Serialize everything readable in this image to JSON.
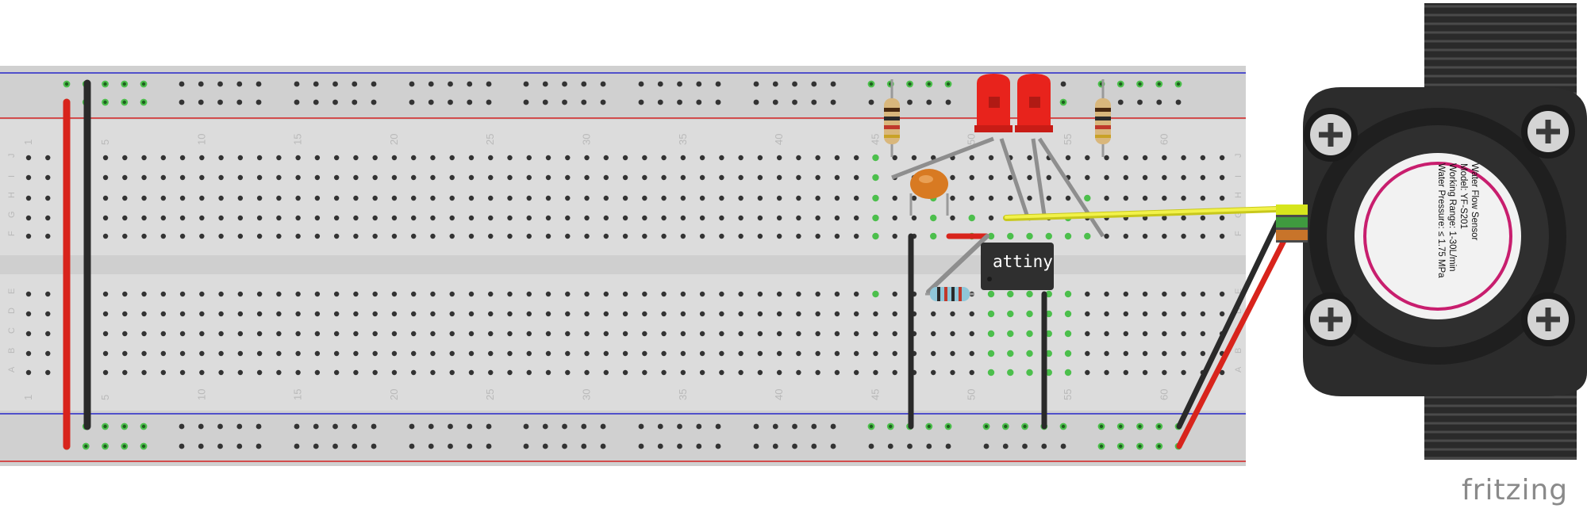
{
  "breadboard": {
    "column_numbers": [
      "1",
      "5",
      "10",
      "15",
      "20",
      "25",
      "30",
      "35",
      "40",
      "45",
      "50",
      "55",
      "60"
    ],
    "row_letters_top": [
      "J",
      "I",
      "H",
      "G",
      "F"
    ],
    "row_letters_bottom": [
      "E",
      "D",
      "C",
      "B",
      "A"
    ]
  },
  "chip": {
    "label": "attiny"
  },
  "flow_sensor": {
    "label_lines": [
      "Water Flow Sensor",
      "Model: YF-S201",
      "Working Range: 1-30L/min",
      "Water Pressure: ≤ 1.75 MPa"
    ]
  },
  "brand": {
    "logo": "fritzing"
  },
  "colors": {
    "board": "#dcdcdc",
    "rail": "#d0d0d0",
    "rail_line_red": "#d22020",
    "rail_line_blue": "#2626c8",
    "wire_red": "#d8241c",
    "wire_black": "#2a2a2a",
    "wire_yellow": "#e8e81c",
    "wire_gray": "#8e8e8e",
    "led": "#e8231c",
    "capacitor": "#d87a22",
    "sensor_body": "#2c2c2c",
    "sensor_label_ring": "#c81e6e",
    "hole_highlight": "#4cbf4c"
  }
}
